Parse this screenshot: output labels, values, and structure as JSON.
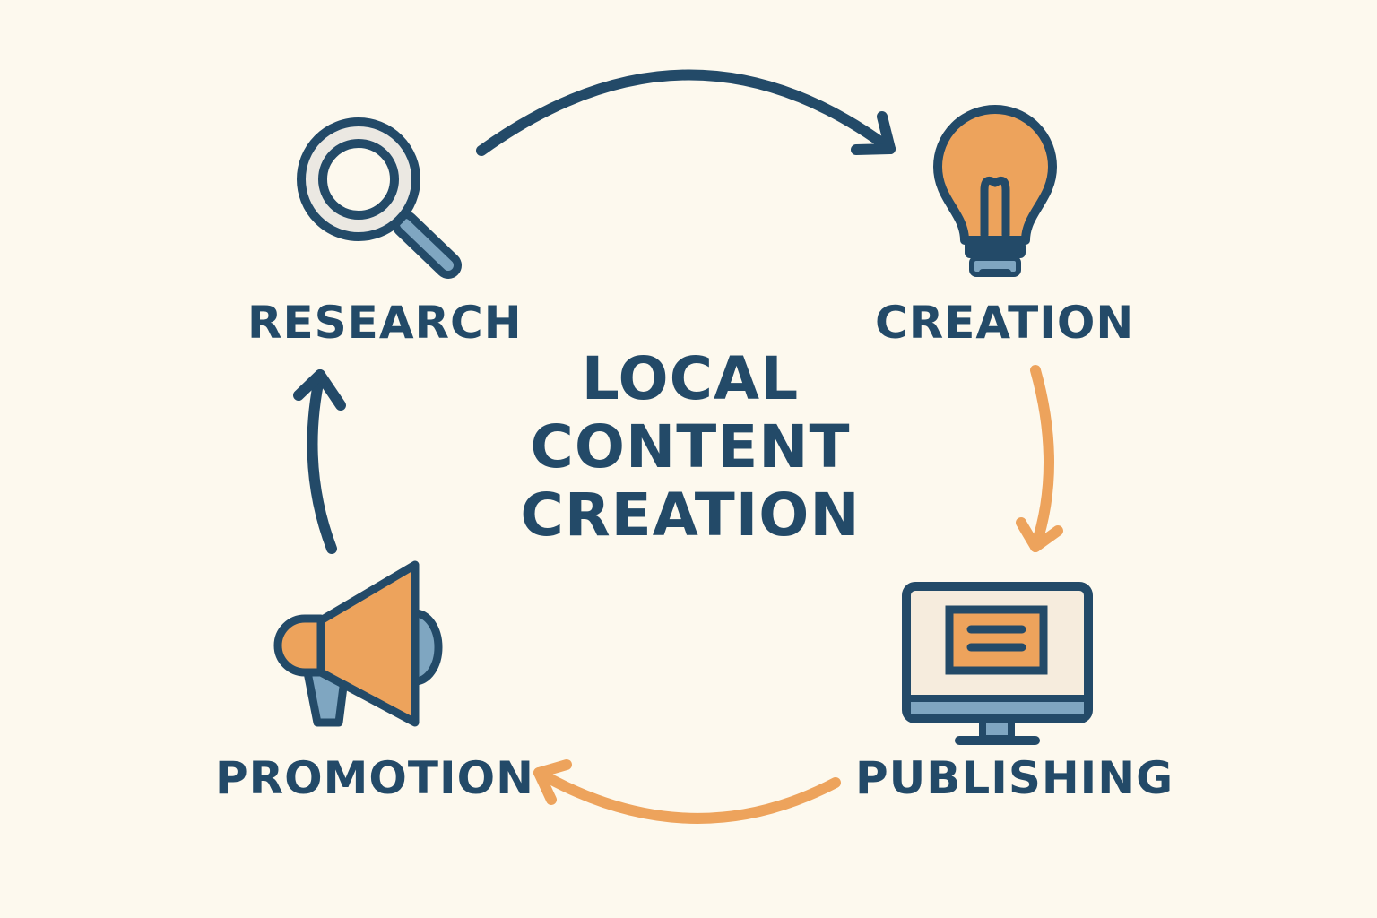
{
  "colors": {
    "background": "#fdf9ee",
    "navy": "#234a68",
    "orange": "#eda35c",
    "light_blue": "#7fa6c1",
    "lens_gray": "#ebe8e2",
    "screen_cream": "#f6ecdd"
  },
  "title": {
    "line1": "LOCAL",
    "line2": "CONTENT",
    "line3": "CREATION"
  },
  "stages": [
    {
      "label": "RESEARCH",
      "icon": "magnifying-glass-icon"
    },
    {
      "label": "CREATION",
      "icon": "light-bulb-icon"
    },
    {
      "label": "PUBLISHING",
      "icon": "computer-monitor-icon"
    },
    {
      "label": "PROMOTION",
      "icon": "megaphone-icon"
    }
  ],
  "arrows": [
    {
      "from": "RESEARCH",
      "to": "CREATION",
      "color": "#234a68"
    },
    {
      "from": "CREATION",
      "to": "PUBLISHING",
      "color": "#eda35c"
    },
    {
      "from": "PUBLISHING",
      "to": "PROMOTION",
      "color": "#eda35c"
    },
    {
      "from": "PROMOTION",
      "to": "RESEARCH",
      "color": "#234a68"
    }
  ]
}
